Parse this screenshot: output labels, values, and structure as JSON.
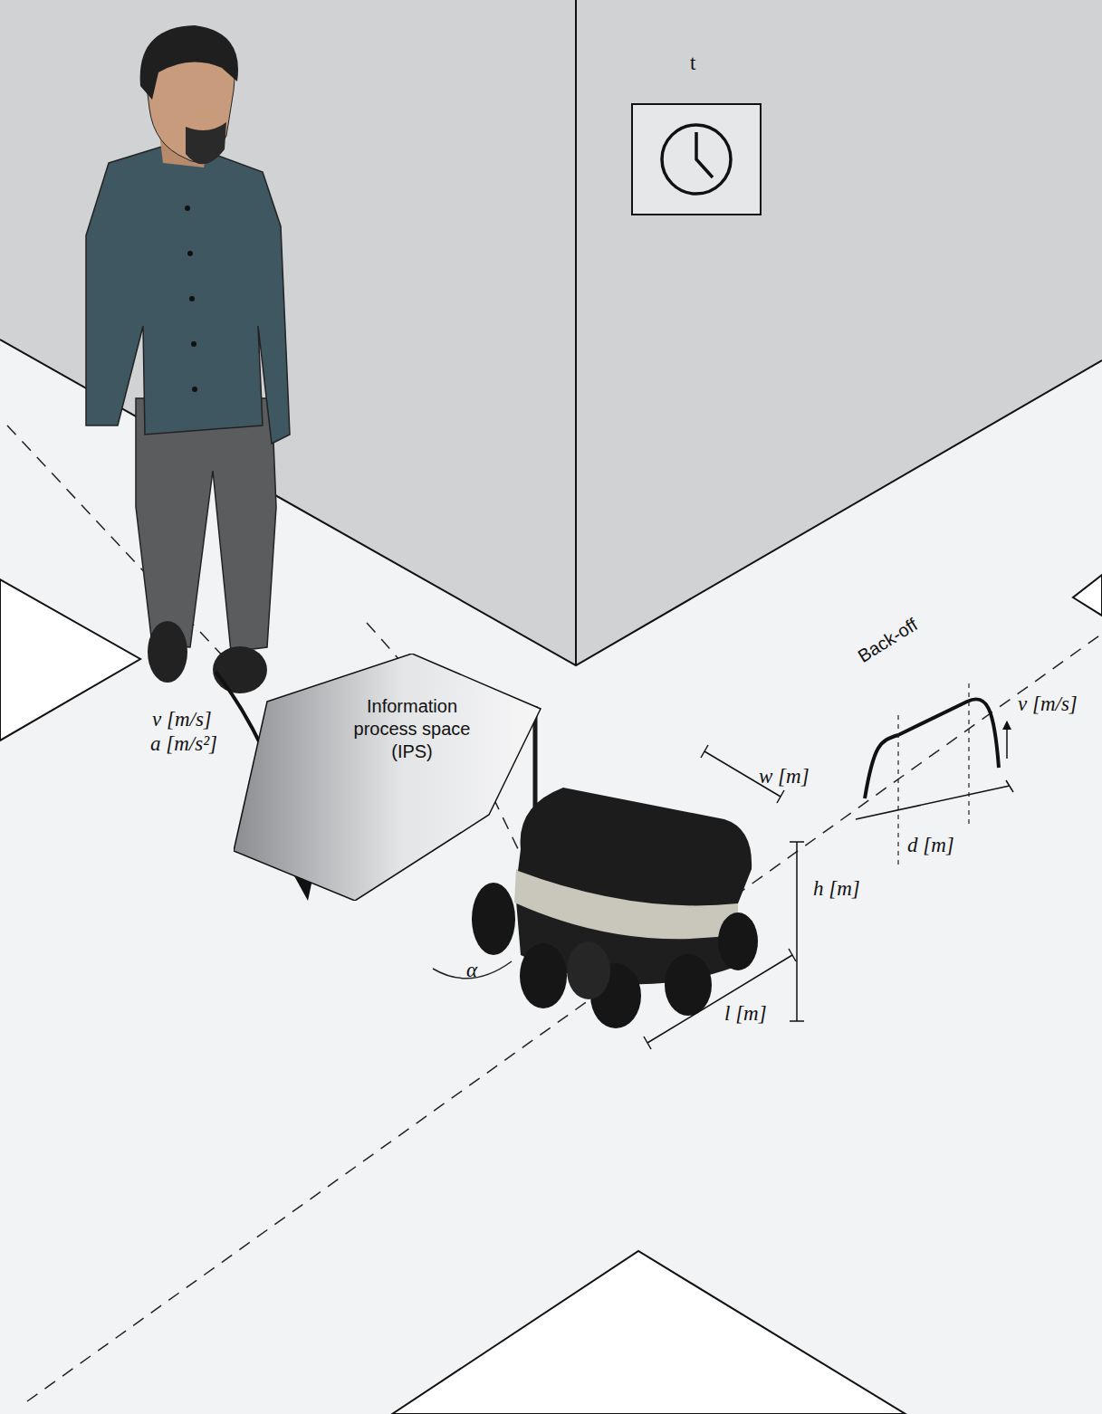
{
  "diagram": {
    "nodes": [
      {
        "text": [
          "Information process space (IPS)"
        ]
      }
    ],
    "labels": [
      "t",
      "v [m/s]",
      "a [m/s²]",
      "w [m]",
      "h [m]",
      "l [m]",
      "Back-off",
      "v [m/s]",
      "d [m]",
      "α"
    ]
  }
}
